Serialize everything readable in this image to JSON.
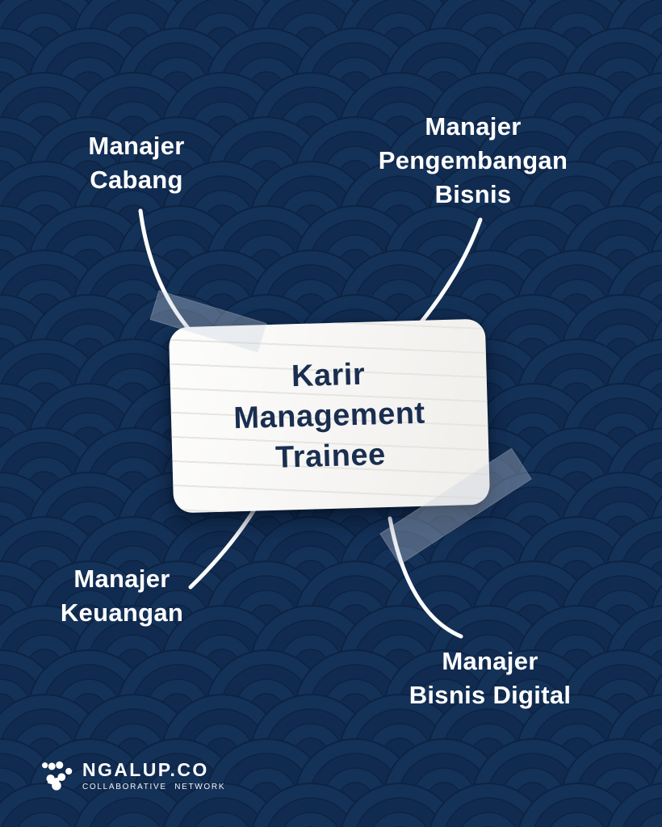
{
  "poster": {
    "center_note": {
      "line1": "Karir",
      "line2": "Management",
      "line3": "Trainee"
    },
    "branches": {
      "top_left": {
        "line1": "Manajer",
        "line2": "Cabang"
      },
      "top_right": {
        "line1": "Manajer",
        "line2": "Pengembangan",
        "line3": "Bisnis"
      },
      "bottom_left": {
        "line1": "Manajer",
        "line2": "Keuangan"
      },
      "bottom_right": {
        "line1": "Manajer",
        "line2": "Bisnis Digital"
      }
    },
    "footer": {
      "brand": "NGALUP.CO",
      "tagline": "COLLABORATIVE NETWORK"
    },
    "colors": {
      "background": "#122d52",
      "card_text": "#1a2e50",
      "label_text": "#ffffff",
      "connector": "#fcfdfe",
      "paper": "#f6f5f3",
      "tape": "rgba(198,208,222,0.34)"
    }
  }
}
